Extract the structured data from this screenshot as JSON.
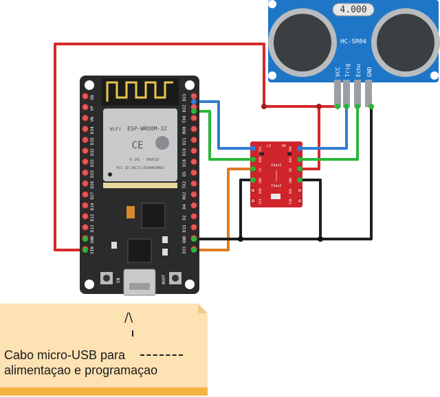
{
  "sensor": {
    "reading": "4.000",
    "model": "HC-SR04",
    "pins": [
      "VCC",
      "Trig",
      "Echo",
      "GND"
    ]
  },
  "esp32": {
    "module_name": "ESP-WROOM-32",
    "wifi_label": "WiFi",
    "cert_mark": "CE",
    "reg_code": "R 201 - 000518",
    "fcc_id": "FCC ID:2AC7Z-ESPWROOM32",
    "buttons": [
      "EN",
      "BOOT"
    ],
    "left_pins": [
      "EN",
      "VP",
      "VN",
      "D34",
      "D35",
      "D32",
      "D33",
      "D25",
      "D26",
      "D27",
      "D14",
      "D12",
      "D13",
      "GND",
      "VIN"
    ],
    "right_pins": [
      "D23",
      "D22",
      "TX0",
      "RX0",
      "D21",
      "D19",
      "D18",
      "D5",
      "TX2",
      "RX2",
      "D4",
      "D2",
      "D15",
      "GND",
      "3V3"
    ]
  },
  "level_shifter": {
    "channel_labels": [
      "Chan1",
      "Chan2"
    ],
    "left_pins": [
      "TX1",
      "RX0",
      "LV",
      "GND",
      "RX0",
      "TX1"
    ],
    "right_pins": [
      "TX0",
      "RX1",
      "HV",
      "GND",
      "RX1",
      "TX0"
    ],
    "top_left": "LV",
    "top_right": "HV"
  },
  "wire_colors": {
    "power": "#d5282a",
    "ground": "#1e1e1e",
    "trig": "#2f7ed1",
    "echo": "#2ab53a",
    "low_volt": "#e07a1f"
  },
  "note": {
    "arrow": "/\\",
    "line1": "Cabo micro-USB para",
    "line2": "alimentaçao e programaçao"
  }
}
